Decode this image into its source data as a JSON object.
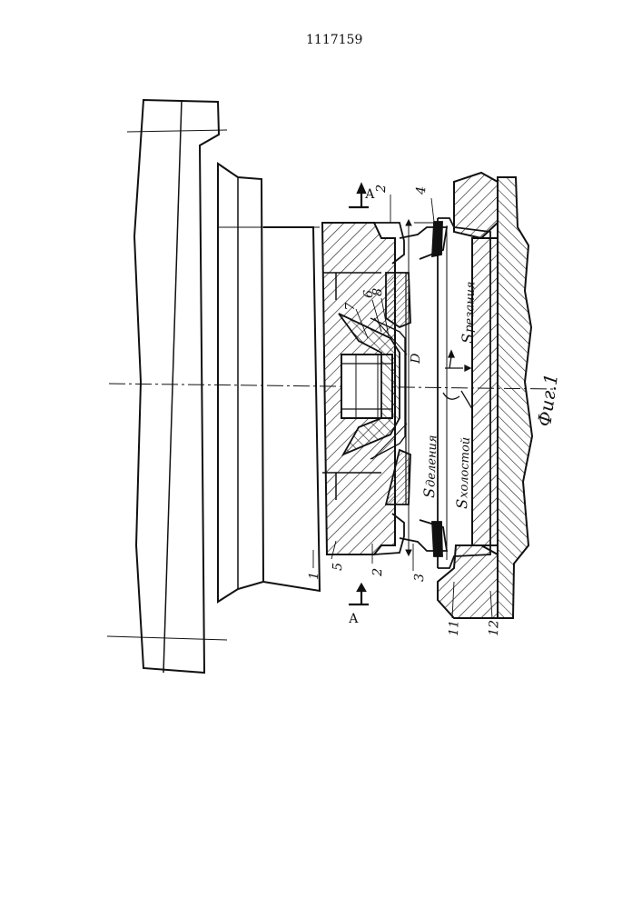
{
  "document": {
    "patent_number": "1117159"
  },
  "figure": {
    "caption": "Фиг.1",
    "section_letter_top": "А",
    "section_letter_bottom": "А",
    "diameter_label": "D",
    "callouts": [
      "1",
      "2",
      "2",
      "3",
      "4",
      "5",
      "6",
      "7",
      "8",
      "11",
      "12"
    ],
    "motion_labels": {
      "cutting_s": "S",
      "cutting_sub": "резания",
      "indexing_s": "S",
      "indexing_sub": "деления",
      "idle_s": "S",
      "idle_sub": "холостой"
    }
  }
}
